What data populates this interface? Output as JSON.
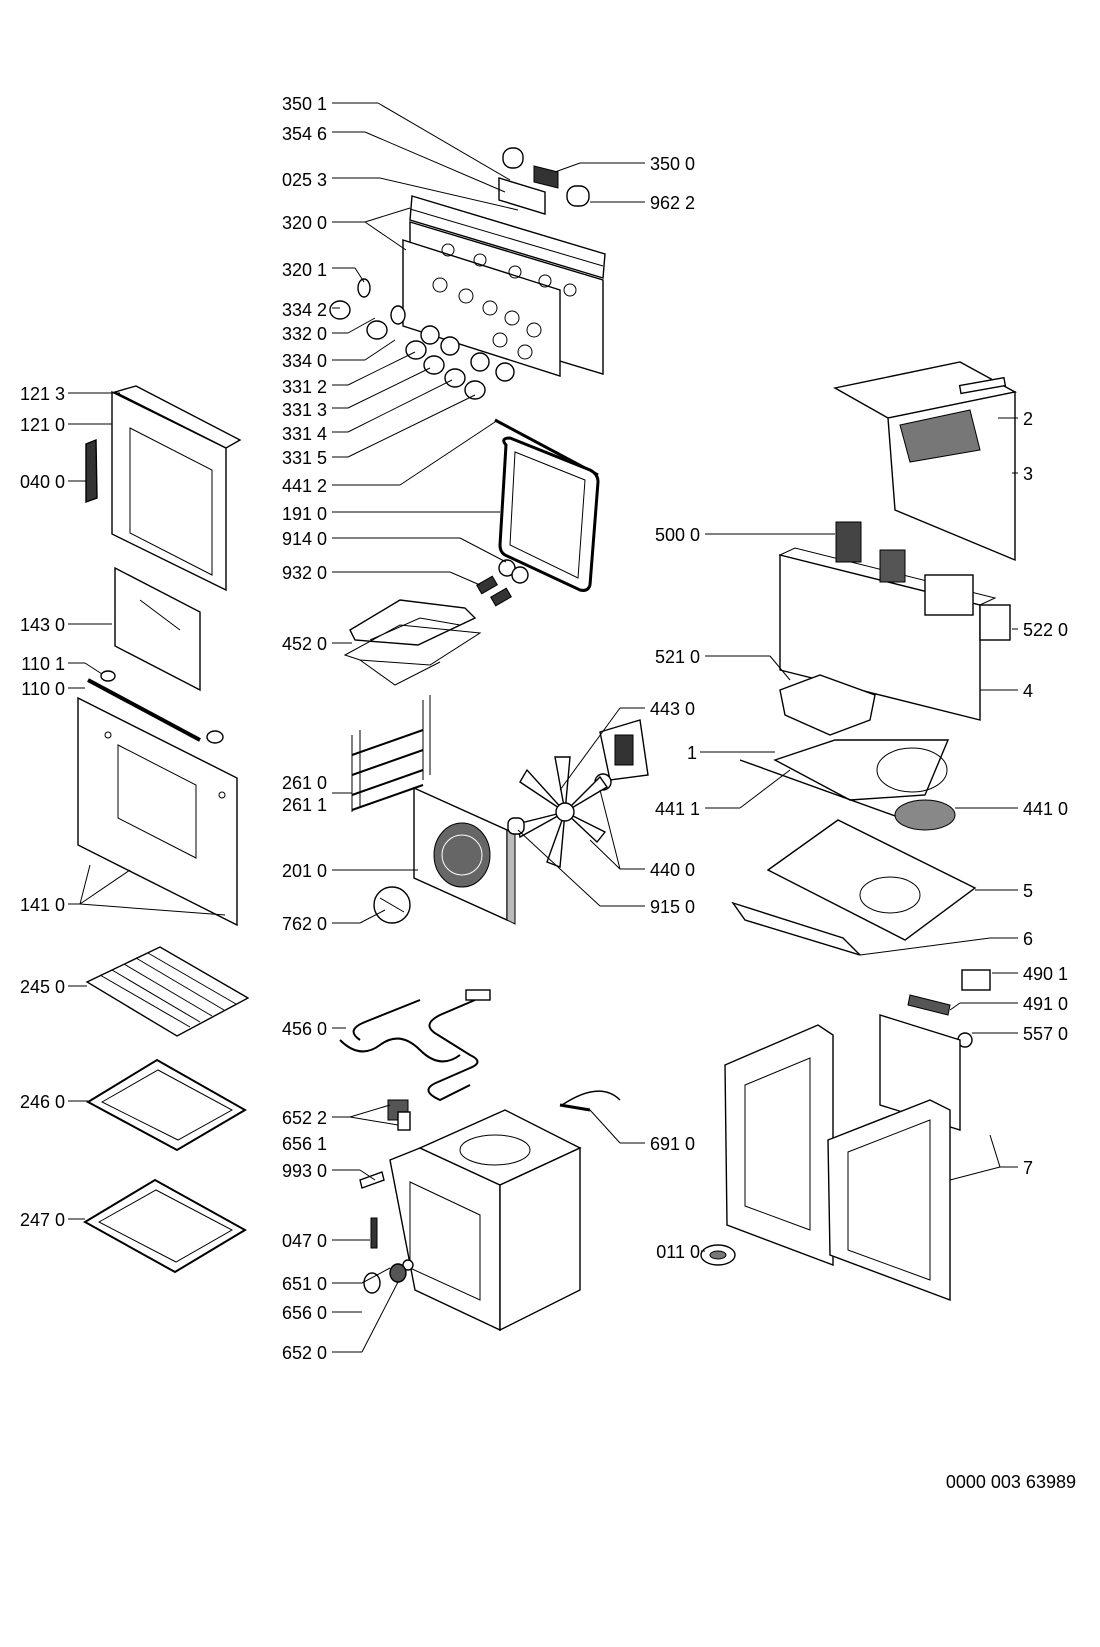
{
  "labels": {
    "p3501": "350 1",
    "p3546": "354 6",
    "p0253": "025 3",
    "p3200": "320 0",
    "p3201": "320 1",
    "p3342": "334 2",
    "p3320": "332 0",
    "p3340": "334 0",
    "p3312": "331 2",
    "p3313": "331 3",
    "p3314": "331 4",
    "p3315": "331 5",
    "p4412": "441 2",
    "p1910": "191 0",
    "p9140": "914 0",
    "p9320": "932 0",
    "p4520": "452 0",
    "p2610": "261 0",
    "p2611": "261 1",
    "p2010": "201 0",
    "p7620": "762 0",
    "p4560": "456 0",
    "p6522": "652 2",
    "p6561": "656 1",
    "p9930": "993 0",
    "p0470": "047 0",
    "p6510": "651 0",
    "p6560": "656 0",
    "p6520": "652 0",
    "p3500": "350 0",
    "p9622": "962 2",
    "p1213": "121 3",
    "p1210": "121 0",
    "p0400": "040 0",
    "p1430": "143 0",
    "p1101": "110 1",
    "p1100": "110 0",
    "p1410": "141 0",
    "p2450": "245 0",
    "p2460": "246 0",
    "p2470": "247 0",
    "p5000": "500 0",
    "p5210": "521 0",
    "p4430": "443 0",
    "p4411": "441 1",
    "p4400": "440 0",
    "p9150": "915 0",
    "p6910": "691 0",
    "p0110": "011 0",
    "p5220": "522 0",
    "p4410": "441 0",
    "p4901": "490 1",
    "p4910": "491 0",
    "p5570": "557 0",
    "g1": "1",
    "g2": "2",
    "g3": "3",
    "g4": "4",
    "g5": "5",
    "g6": "6",
    "g7": "7"
  },
  "reference": "0000 003 63989"
}
